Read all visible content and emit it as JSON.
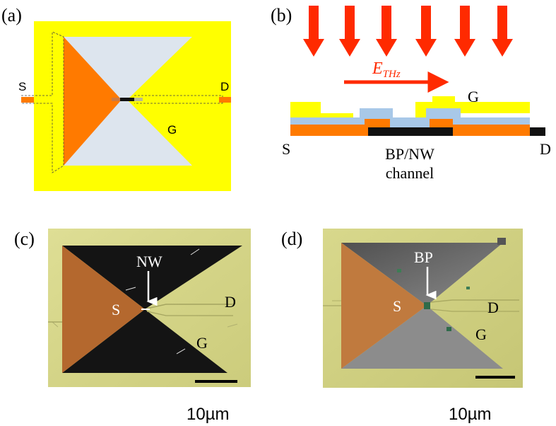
{
  "panels": {
    "a": {
      "label": "(a)",
      "source": "S",
      "drain": "D",
      "gate": "G"
    },
    "b": {
      "label": "(b)",
      "field_main": "E",
      "field_sub": "THz",
      "gate": "G",
      "source": "S",
      "drain": "D",
      "channel_line1": "BP/NW",
      "channel_line2": "channel"
    },
    "c": {
      "label": "(c)",
      "source": "S",
      "drain": "D",
      "gate": "G",
      "callout": "NW",
      "scale": "10µm"
    },
    "d": {
      "label": "(d)",
      "source": "S",
      "drain": "D",
      "gate": "G",
      "callout": "BP",
      "scale": "10µm"
    }
  },
  "colors": {
    "gold": "#ffff00",
    "sem_gold": "#d9d98a",
    "electrode_orange": "#ff7a00",
    "sem_orange": "#b8692f",
    "pale_blue": "#dde5ee",
    "dielectric_blue": "#a8c8e8",
    "arrow_red": "#ff2a00",
    "channel": "#111111"
  }
}
